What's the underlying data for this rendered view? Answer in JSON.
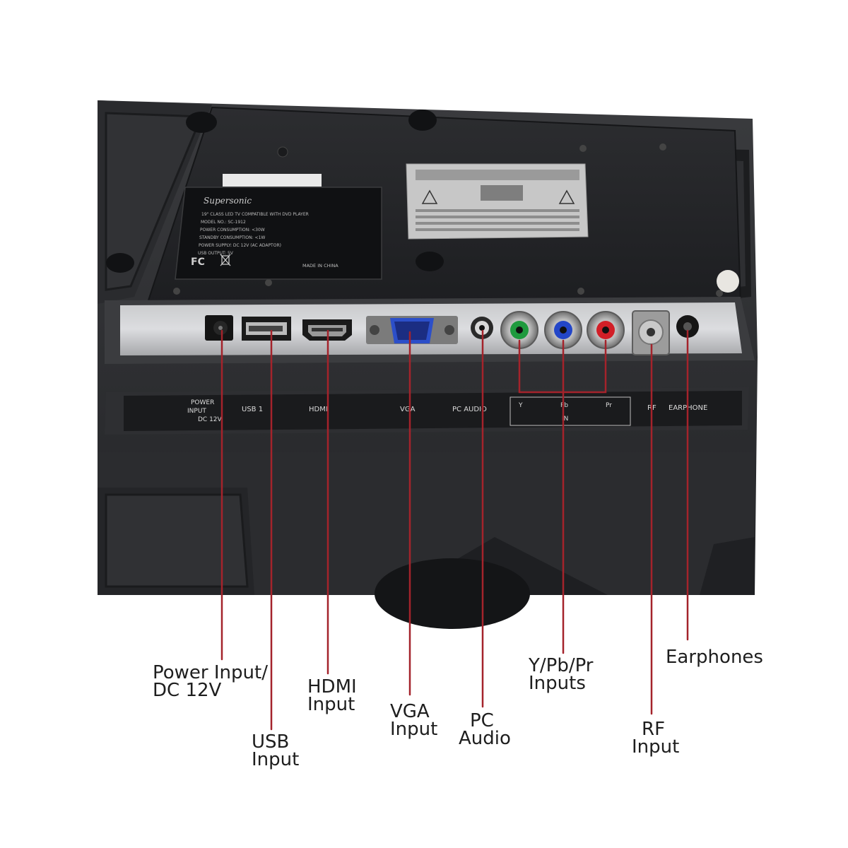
{
  "device": {
    "left_sticker": {
      "lines": [
        "19\" CLASS LED TV COMPATIBLE WITH DVD PLAYER",
        "MODEL NO.: SC-1912",
        "POWER CONSUMPTION: <30W",
        "STANDBY CONSUMPTION: <1W",
        "POWER SUPPLY: DC 12V (AC ADAPTOR)",
        "USB OUTPUT: 5V"
      ],
      "made_in": "MADE IN CHINA"
    },
    "port_labels": {
      "power": [
        "POWER",
        "INPUT",
        "DC 12V"
      ],
      "usb": "USB 1",
      "hdmi": "HDMI",
      "vga": "VGA",
      "pc_audio": "PC AUDIO",
      "y": "Y",
      "pb": "Pb",
      "pr": "Pr",
      "in": "IN",
      "rf": "RF",
      "earphone": "EARPHONE"
    },
    "component_colors": {
      "y": "#1f9a3e",
      "pb": "#2346c8",
      "pr": "#d21f27"
    }
  },
  "leader_color": "#a4232b",
  "callouts": {
    "power_input": [
      "Power Input/",
      "DC 12V"
    ],
    "usb_input": [
      "USB",
      "Input"
    ],
    "hdmi_input": [
      "HDMI",
      "Input"
    ],
    "vga_input": [
      "VGA",
      "Input"
    ],
    "pc_audio": [
      "PC",
      "Audio"
    ],
    "ypbpr_inputs": [
      "Y/Pb/Pr",
      "Inputs"
    ],
    "rf_input": [
      "RF",
      "Input"
    ],
    "earphones": [
      "Earphones"
    ]
  }
}
